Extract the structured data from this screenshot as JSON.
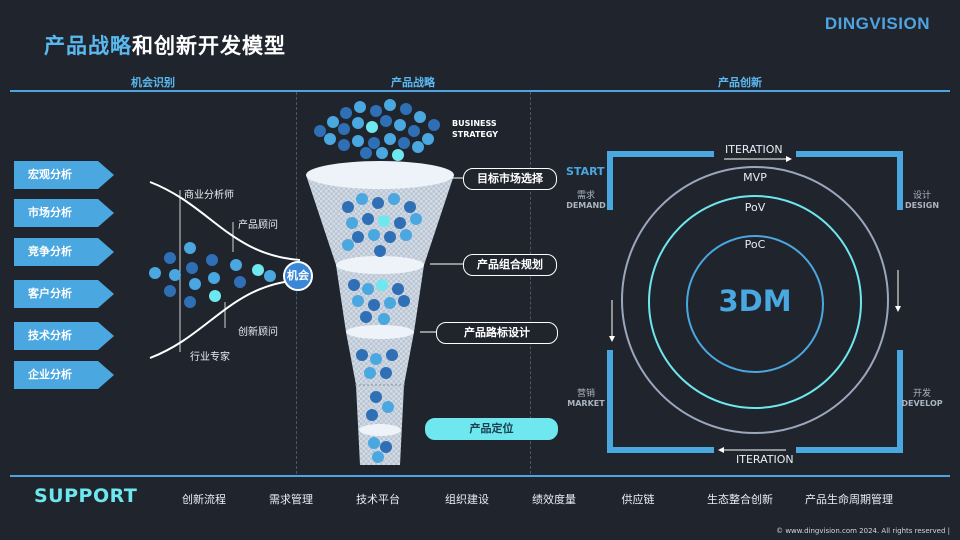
{
  "header": {
    "title_highlight": "产品战略",
    "title_rest": "和创新开发模型",
    "logo": "DINGVISION"
  },
  "sections": [
    "机会识别",
    "产品战略",
    "产品创新"
  ],
  "left": {
    "arrows": [
      "宏观分析",
      "市场分析",
      "竞争分析",
      "客户分析",
      "技术分析",
      "企业分析"
    ],
    "labels": {
      "business_analyst": "商业分析师",
      "product_consultant": "产品顾问",
      "innovation_consultant": "创新顾问",
      "industry_expert": "行业专家",
      "opportunity": "机会"
    }
  },
  "middle": {
    "business_strategy": [
      "BUSINESS",
      "STRATEGY"
    ],
    "pills": [
      "目标市场选择",
      "产品组合规划",
      "产品路标设计",
      "产品定位"
    ]
  },
  "right": {
    "start": "START",
    "iteration_top": "ITERATION",
    "iteration_bottom": "ITERATION",
    "demand_cn": "需求",
    "demand_en": "DEMAND",
    "design_cn": "设计",
    "design_en": "DESIGN",
    "market_cn": "营销",
    "market_en": "MARKET",
    "develop_cn": "开发",
    "develop_en": "DEVELOP",
    "rings": [
      "MVP",
      "PoV",
      "PoC"
    ],
    "center": "3DM"
  },
  "support": {
    "title": "SUPPORT",
    "items": [
      "创新流程",
      "需求管理",
      "技术平台",
      "组织建设",
      "绩效度量",
      "供应链",
      "生态整合创新",
      "产品生命周期管理"
    ]
  },
  "footer": {
    "copyright": "© www.dingvision.com 2024. All rights reserved  |"
  },
  "colors": {
    "accent": "#4fa3e0",
    "teal": "#6ee7ef",
    "background": "#20252d"
  }
}
